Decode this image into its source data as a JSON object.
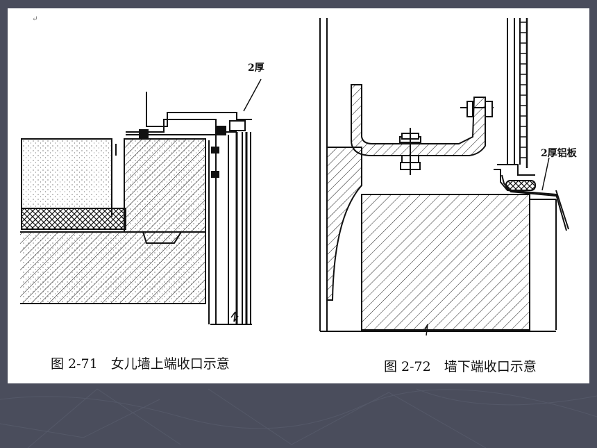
{
  "slide": {
    "background": "#4a4d5c",
    "panel": "#ffffff"
  },
  "figure_left": {
    "annotation": "2厚",
    "caption": "图 2-71　女儿墙上端收口示意",
    "return_mark": "↵"
  },
  "figure_right": {
    "annotation": "2厚铝板",
    "caption": "图 2-72　墙下端收口示意",
    "return_mark": "↵"
  }
}
